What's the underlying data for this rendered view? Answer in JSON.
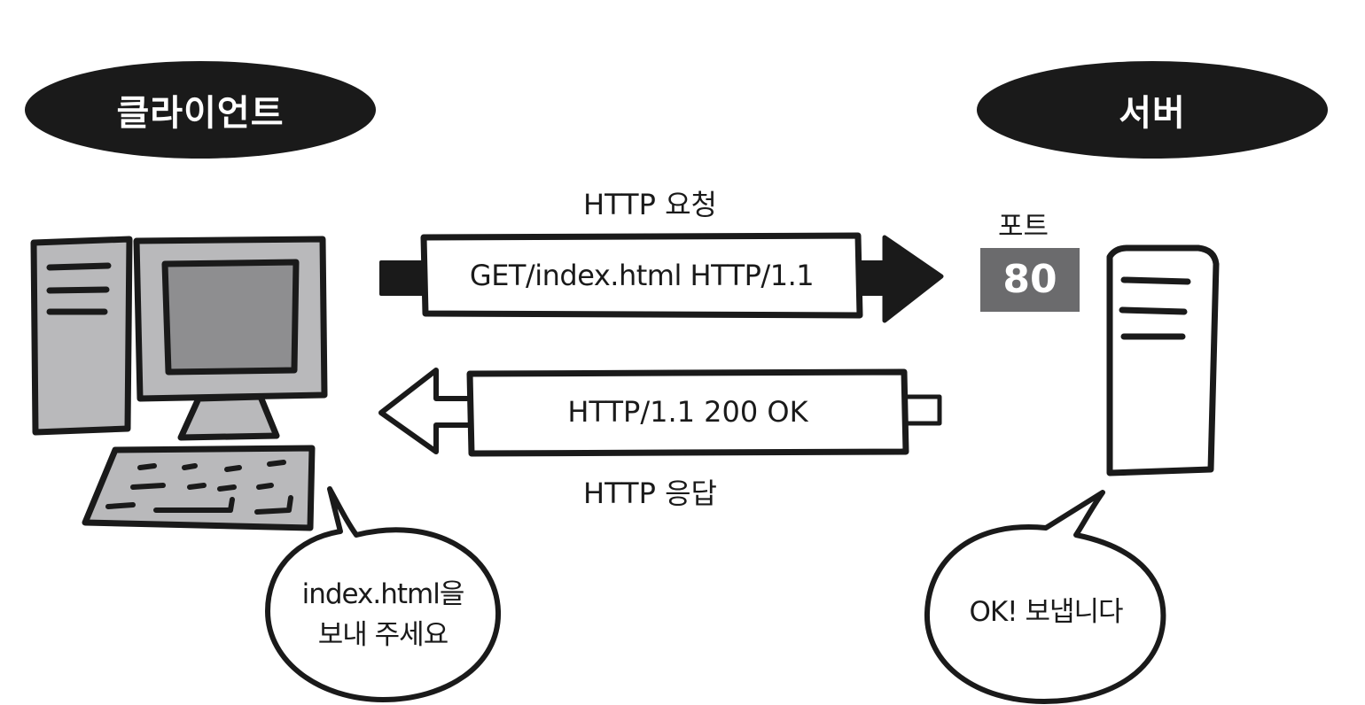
{
  "client": {
    "label": "클라이언트"
  },
  "server": {
    "label": "서버"
  },
  "request": {
    "caption": "HTTP 요청",
    "line": "GET/index.html HTTP/1.1"
  },
  "response": {
    "caption": "HTTP 응답",
    "line": "HTTP/1.1 200 OK"
  },
  "port": {
    "caption": "포트",
    "number": "80"
  },
  "bubbles": {
    "client_line1": "index.html을",
    "client_line2": "보내 주세요",
    "server_text": "OK! 보냅니다"
  },
  "colors": {
    "ink": "#1a1a1a",
    "device_gray": "#b9b9bb",
    "screen_gray": "#8e8e90",
    "port_badge": "#6b6b6d"
  },
  "icons": [
    "desktop-computer-icon",
    "server-tower-icon",
    "speech-bubble-icon"
  ]
}
